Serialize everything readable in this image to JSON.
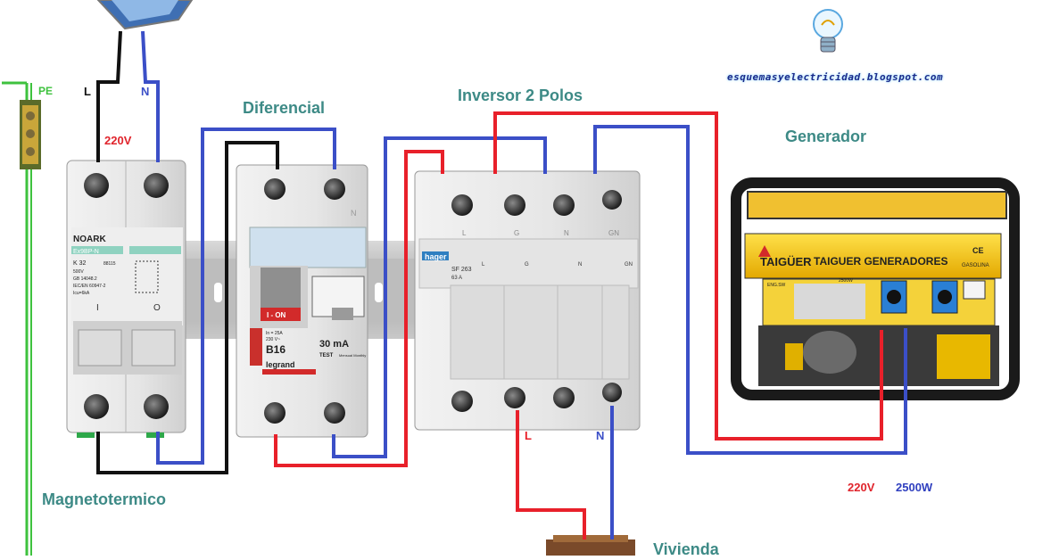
{
  "labels": {
    "pe": "PE",
    "l_in": "L",
    "n_in": "N",
    "v220_in": "220V",
    "diferencial": "Diferencial",
    "inversor": "Inversor 2 Polos",
    "generador": "Generador",
    "magnetotermico": "Magnetotermico",
    "vivienda": "Vivienda",
    "l_out": "L",
    "n_out": "N",
    "v220_gen": "220V",
    "w2500_gen": "2500W",
    "blog": "esquemasyelectricidad.blogspot.com"
  },
  "breaker": {
    "brand": "NOARK",
    "model": "Ex9BP-N",
    "rating": "K 32",
    "code": "88115",
    "voltage": "500V",
    "std1": "GB 14048.2",
    "std2": "IEC/EN 60947-2",
    "icu": "Icu=6kA",
    "on_symbol_1": "I",
    "on_symbol_2": "O"
  },
  "rcd": {
    "brand": "legrand",
    "on_label": "I - ON",
    "type": "B16",
    "sens": "30 mA",
    "test": "TEST",
    "rating": "In = 25A",
    "volt": "230 V~",
    "manual": "Mensual Monthly",
    "n_mark": "N"
  },
  "switch": {
    "brand": "hager",
    "model": "SF 263",
    "rating": "63 A",
    "top_marks": [
      "L",
      "G",
      "N",
      "GN"
    ],
    "face_marks": [
      "L",
      "G",
      "N",
      "GN"
    ]
  },
  "generator": {
    "brand": "TAIGÜER",
    "name": "TAIGUER GENERADORES",
    "fuel": "GASOLINA",
    "ce": "CE",
    "model": "ENG.SW",
    "power": "2500W"
  },
  "colors": {
    "phase": "#e8202a",
    "neutral": "#3b4fc7",
    "black": "#111111",
    "earth": "#3ec23e",
    "title_teal": "#3d8a86",
    "voltage_red": "#e0242c",
    "power_blue": "#2f3fbf",
    "din_rail": "#b0b0b0"
  },
  "icons": {
    "bulb": "light-bulb-icon",
    "solar": "solar-panel-icon"
  }
}
